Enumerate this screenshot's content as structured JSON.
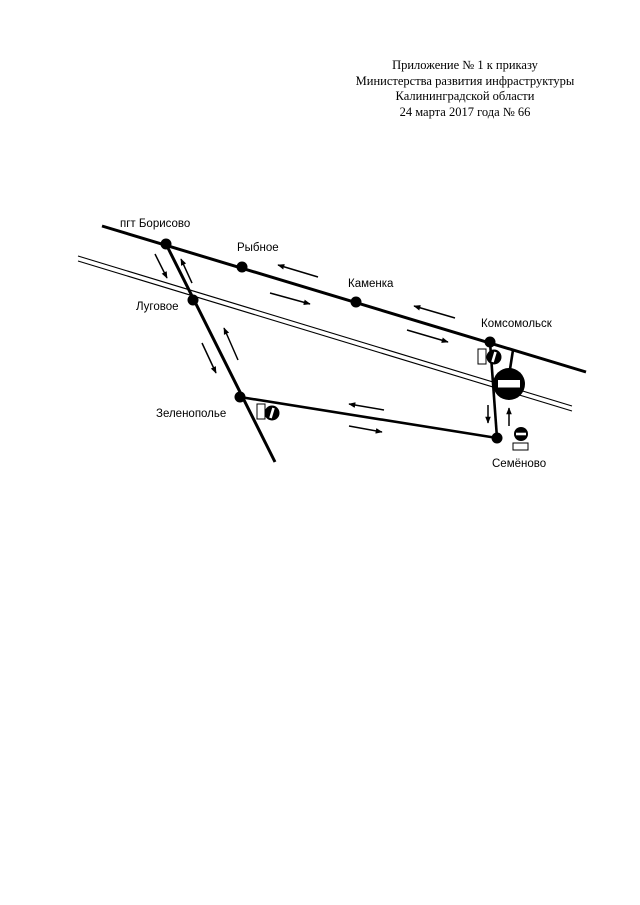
{
  "header": {
    "line1": "Приложение № 1 к приказу",
    "line2": "Министерства развития инфраструктуры",
    "line3": "Калининградской области",
    "line4": "24 марта 2017 года № 66"
  },
  "stops": {
    "borisovo": "пгт Борисово",
    "rybnoe": "Рыбное",
    "kamenka": "Каменка",
    "lugovoe": "Луговое",
    "komsomolsk": "Комсомольск",
    "zelenopolye": "Зеленополье",
    "semenovo": "Семёново"
  },
  "colors": {
    "ink": "#000000",
    "background": "#ffffff"
  }
}
